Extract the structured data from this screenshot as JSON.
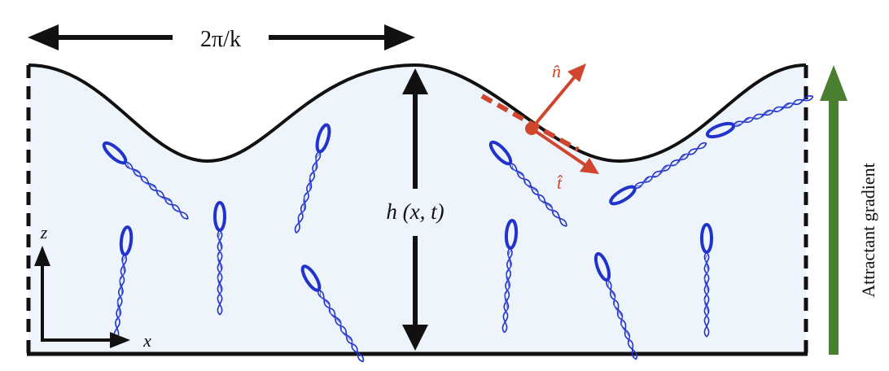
{
  "labels": {
    "wavelength": "2π/k",
    "height": "h (x, t)",
    "normal": "n̂",
    "tangent": "t̂",
    "z_axis": "z",
    "x_axis": "x",
    "gradient": "Attractant gradient"
  },
  "colors": {
    "fluid_fill": "#eef4fb",
    "interface": "#111111",
    "bacteria": "#2233cc",
    "vectors": "#d0452e",
    "gradient_arrow": "#4a7f2f"
  },
  "icons": {
    "bacterium": "bacterium-icon"
  }
}
